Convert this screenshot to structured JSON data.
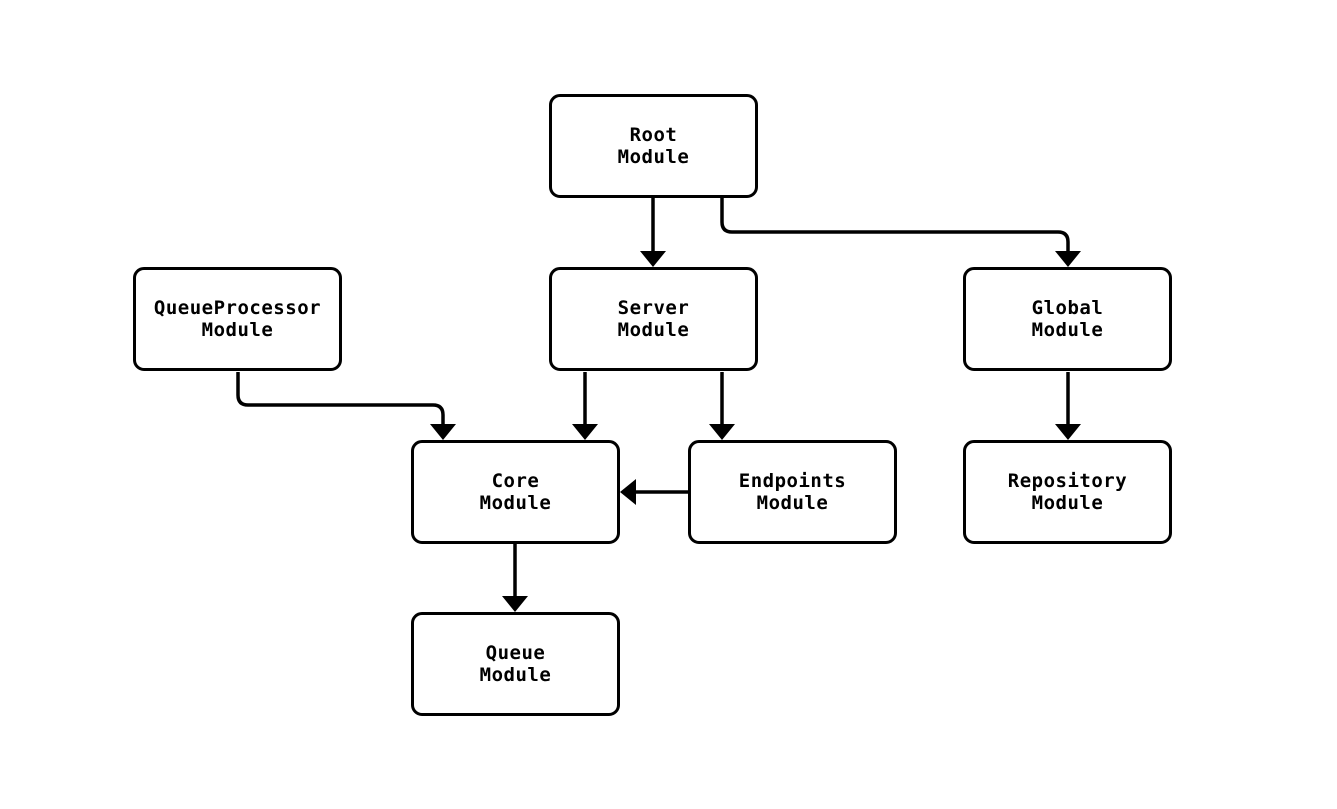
{
  "diagram": {
    "type": "module-dependency-graph",
    "background_color": "#ffffff",
    "stroke_color": "#000000",
    "text_color": "#000000",
    "nodes": [
      {
        "id": "root",
        "label": "Root\nModule"
      },
      {
        "id": "queueprocessor",
        "label": "QueueProcessor\nModule"
      },
      {
        "id": "server",
        "label": "Server\nModule"
      },
      {
        "id": "global",
        "label": "Global\nModule"
      },
      {
        "id": "core",
        "label": "Core\nModule"
      },
      {
        "id": "endpoints",
        "label": "Endpoints\nModule"
      },
      {
        "id": "repository",
        "label": "Repository\nModule"
      },
      {
        "id": "queue",
        "label": "Queue\nModule"
      }
    ],
    "edges": [
      {
        "from": "root",
        "to": "server"
      },
      {
        "from": "root",
        "to": "global"
      },
      {
        "from": "queueprocessor",
        "to": "core"
      },
      {
        "from": "server",
        "to": "core"
      },
      {
        "from": "server",
        "to": "endpoints"
      },
      {
        "from": "endpoints",
        "to": "core"
      },
      {
        "from": "global",
        "to": "repository"
      },
      {
        "from": "core",
        "to": "queue"
      }
    ]
  }
}
